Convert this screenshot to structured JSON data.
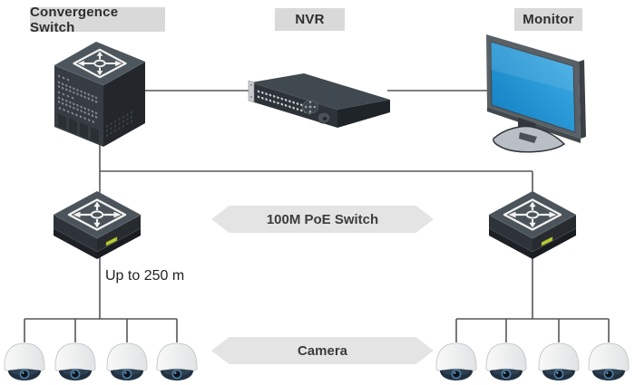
{
  "diagram": {
    "type": "poe-network-topology",
    "device_labels": {
      "convergence_switch": "Convergence Switch",
      "nvr": "NVR",
      "monitor": "Monitor"
    },
    "banners": {
      "poe_switch": "100M PoE Switch",
      "camera": "Camera"
    },
    "annotations": {
      "distance": "Up to 250 m"
    },
    "cameras": {
      "left_group_count": 4,
      "right_group_count": 4
    },
    "colors": {
      "label_bg": "#d9d9d9",
      "banner_bg": "#e4e4e4",
      "wire": "#575757",
      "device_top": "#4d565c",
      "device_front": "#363c42",
      "device_side": "#24282c",
      "screen_blue": "#1d8ccd",
      "camera_dome": "#f1f1f1",
      "camera_base": "#223140",
      "status_led": "#b9cc35",
      "text": "#2f2f2f"
    }
  }
}
